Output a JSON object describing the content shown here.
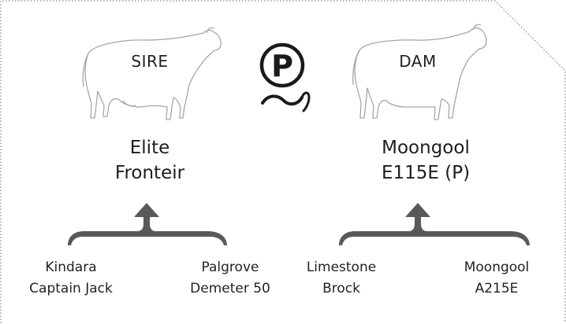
{
  "sire": {
    "tag": "SIRE",
    "name_line1": "Elite",
    "name_line2": "Fronteir",
    "parents": [
      {
        "line1": "Kindara",
        "line2": "Captain Jack"
      },
      {
        "line1": "Palgrove",
        "line2": "Demeter 50"
      }
    ]
  },
  "dam": {
    "tag": "DAM",
    "name_line1": "Moongool",
    "name_line2": "E115E (P)",
    "parents": [
      {
        "line1": "Limestone",
        "line2": "Brock"
      },
      {
        "line1": "Moongool",
        "line2": "A215E"
      }
    ]
  },
  "polled_symbol": {
    "letter": "P",
    "icon": "polled-symbol-icon"
  },
  "colors": {
    "bracket": "#595959",
    "outline": "#a6a6a6",
    "border": "#8c8c8c",
    "text": "#222222"
  }
}
